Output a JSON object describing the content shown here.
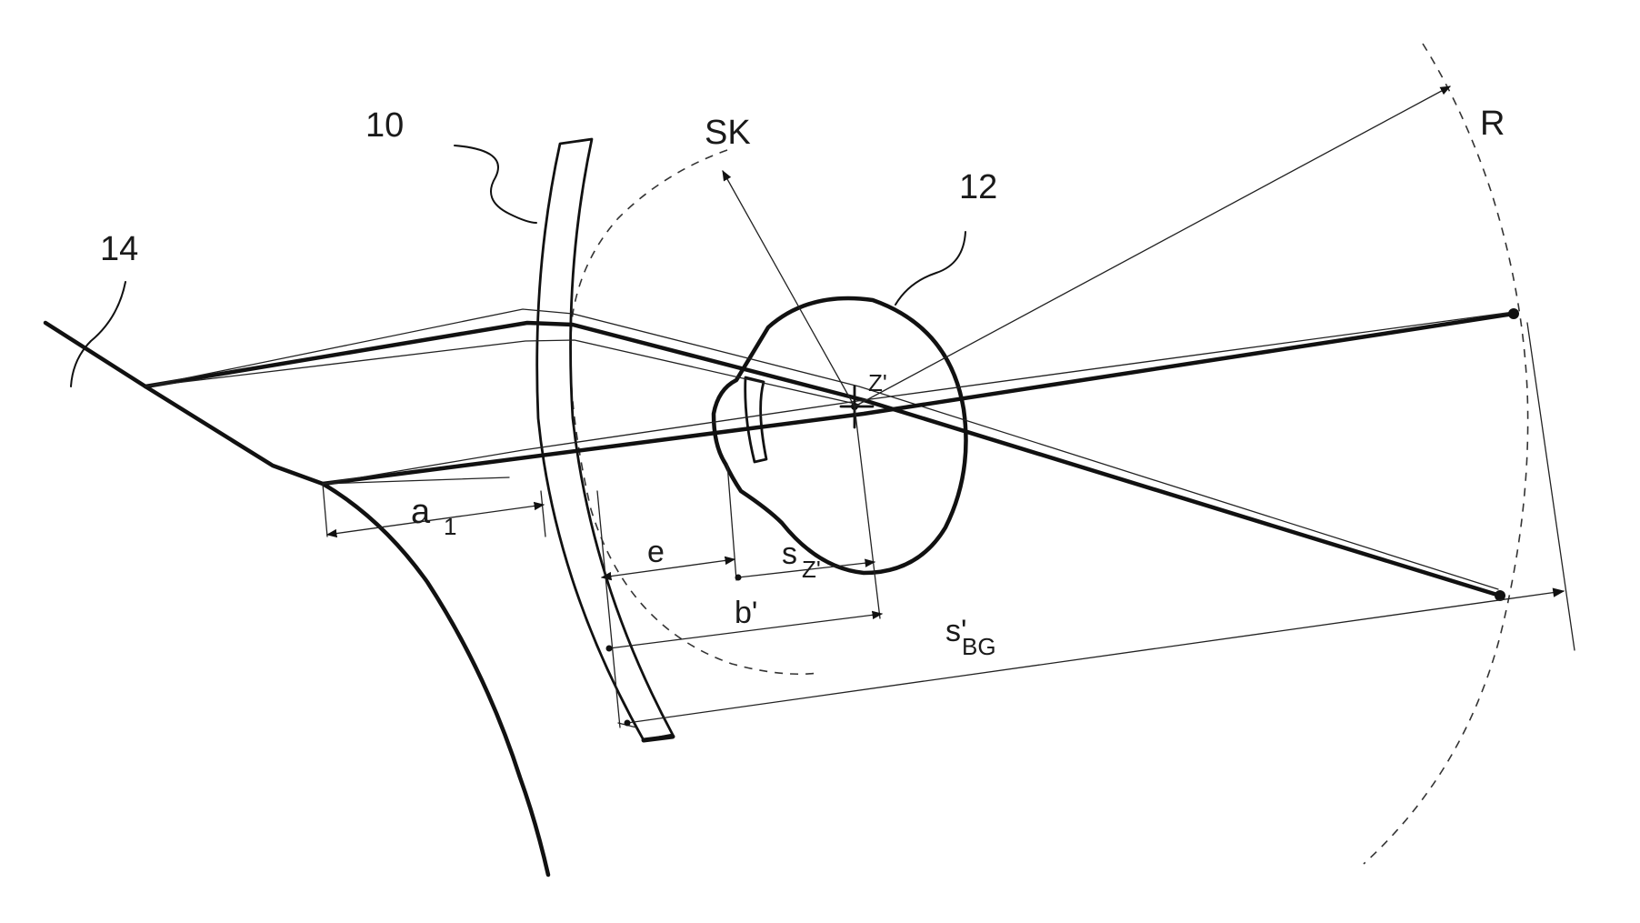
{
  "labels": {
    "lens_ref": "10",
    "eye_ref": "12",
    "face_ref": "14",
    "SK": "SK",
    "R": "R",
    "Z": "Z'",
    "a1_main": "a",
    "a1_sub": "1",
    "e": "e",
    "sz_main": "s",
    "sz_sub": "Z'",
    "b_prime": "b'",
    "sbg_main": "s'",
    "sbg_sub": "BG"
  }
}
